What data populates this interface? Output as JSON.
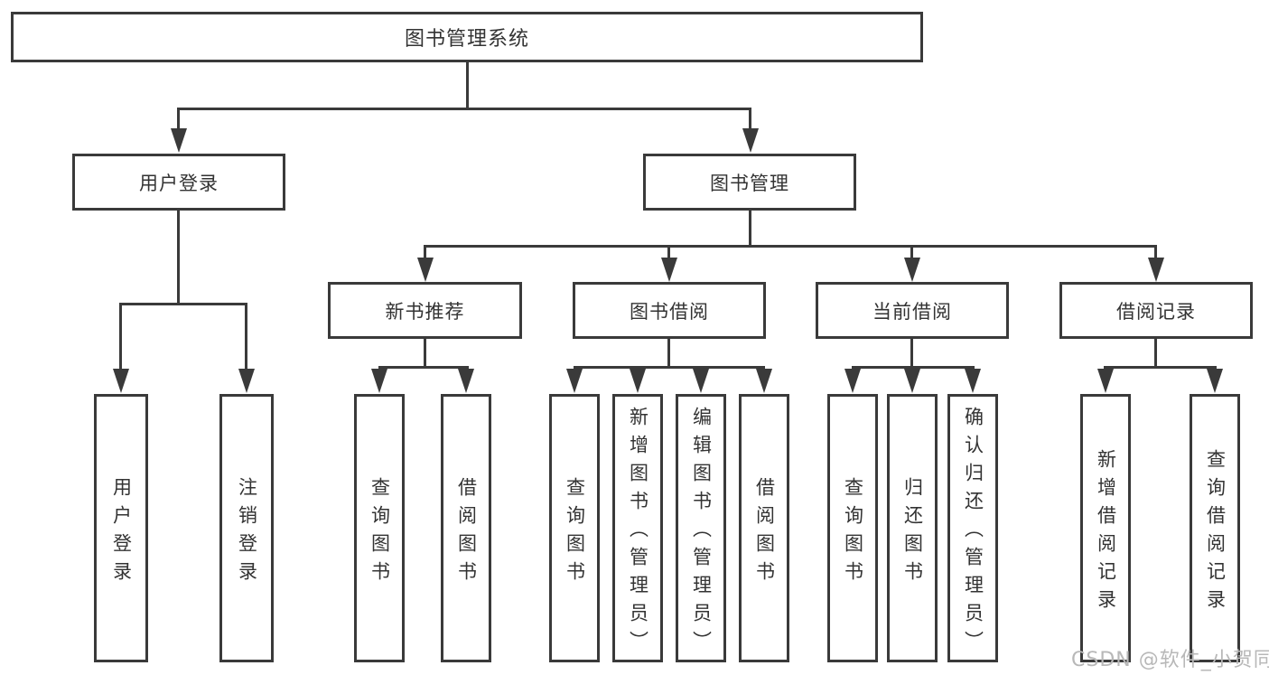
{
  "diagram": {
    "title": "图书管理系统",
    "type": "tree",
    "colors": {
      "line": "#3a3a3a",
      "text": "#333333",
      "box_background": "#ffffff",
      "watermark": "#b8b8b8",
      "background": "#ffffff"
    },
    "watermark": {
      "text": "CSDN @软件_小贺同学"
    },
    "tree": {
      "root": {
        "label": "图书管理系统",
        "children": [
          {
            "label": "用户登录",
            "children": [
              {
                "label": "用户登录"
              },
              {
                "label": "注销登录"
              }
            ]
          },
          {
            "label": "图书管理",
            "children": [
              {
                "label": "新书推荐",
                "children": [
                  {
                    "label": "查询图书"
                  },
                  {
                    "label": "借阅图书"
                  }
                ]
              },
              {
                "label": "图书借阅",
                "children": [
                  {
                    "label": "查询图书"
                  },
                  {
                    "label": "新增图书（管理员）"
                  },
                  {
                    "label": "编辑图书（管理员）"
                  },
                  {
                    "label": "借阅图书"
                  }
                ]
              },
              {
                "label": "当前借阅",
                "children": [
                  {
                    "label": "查询图书"
                  },
                  {
                    "label": "归还图书"
                  },
                  {
                    "label": "确认归还（管理员）"
                  }
                ]
              },
              {
                "label": "借阅记录",
                "children": [
                  {
                    "label": "新增借阅记录"
                  },
                  {
                    "label": "查询借阅记录"
                  }
                ]
              }
            ]
          }
        ]
      }
    }
  }
}
